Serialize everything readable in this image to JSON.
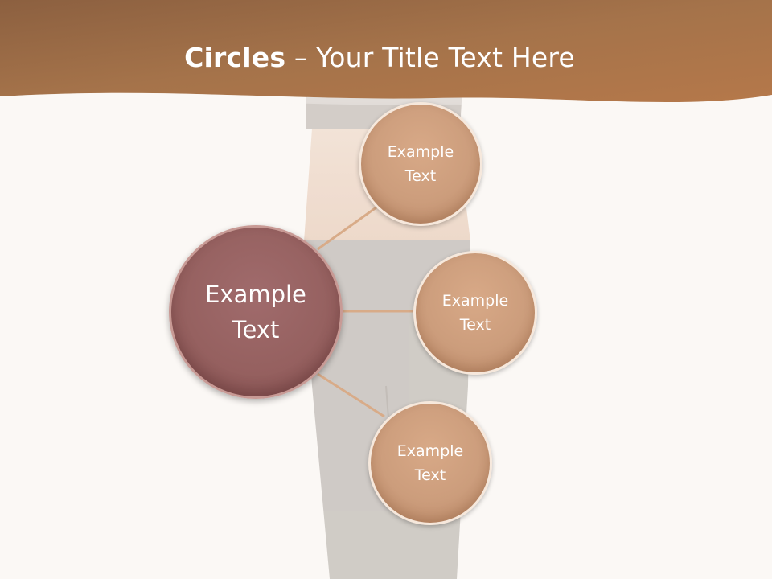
{
  "title": {
    "bold": "Circles",
    "rest": " – Your Title Text Here"
  },
  "center": {
    "line1": "Example",
    "line2": "Text"
  },
  "nodes": [
    {
      "line1": "Example",
      "line2": "Text"
    },
    {
      "line1": "Example",
      "line2": "Text"
    },
    {
      "line1": "Example",
      "line2": "Text"
    }
  ],
  "colors": {
    "header": "#a5734a",
    "center_circle": "#95605f",
    "node_circle": "#cc9d7c",
    "connector": "#d8ab88"
  }
}
